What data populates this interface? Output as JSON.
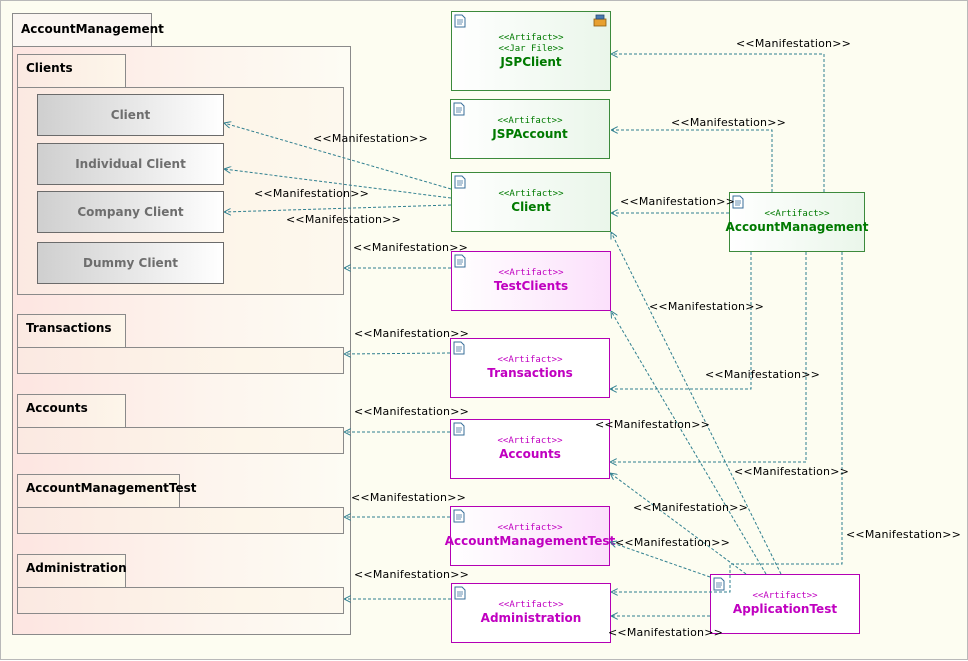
{
  "outer_package": {
    "name": "AccountManagement"
  },
  "packages": [
    {
      "id": "clients",
      "name": "Clients"
    },
    {
      "id": "transactions",
      "name": "Transactions"
    },
    {
      "id": "accounts",
      "name": "Accounts"
    },
    {
      "id": "amtest",
      "name": "AccountManagementTest"
    },
    {
      "id": "admin",
      "name": "Administration"
    }
  ],
  "classes": [
    "Client",
    "Individual Client",
    "Company Client",
    "Dummy Client"
  ],
  "artifacts": {
    "jspclient": {
      "stereotype": "<<Artifact>>",
      "stereotype2": "<<Jar File>>",
      "name": "JSPClient"
    },
    "jspaccount": {
      "stereotype": "<<Artifact>>",
      "name": "JSPAccount"
    },
    "client": {
      "stereotype": "<<Artifact>>",
      "name": "Client"
    },
    "accountmanagement": {
      "stereotype": "<<Artifact>>",
      "name": "AccountManagement"
    },
    "testclients": {
      "stereotype": "<<Artifact>>",
      "name": "TestClients"
    },
    "transactions": {
      "stereotype": "<<Artifact>>",
      "name": "Transactions"
    },
    "accounts": {
      "stereotype": "<<Artifact>>",
      "name": "Accounts"
    },
    "accountmanagementtest": {
      "stereotype": "<<Artifact>>",
      "name": "AccountManagementTest"
    },
    "administration": {
      "stereotype": "<<Artifact>>",
      "name": "Administration"
    },
    "applicationtest": {
      "stereotype": "<<Artifact>>",
      "name": "ApplicationTest"
    }
  },
  "relation_label": "<<Manifestation>>",
  "colors": {
    "link": "#2f7f8f",
    "green": "#007a00",
    "magenta": "#c000c0"
  },
  "icons": {
    "artifact": "document-icon",
    "jar": "jar-file-icon"
  }
}
